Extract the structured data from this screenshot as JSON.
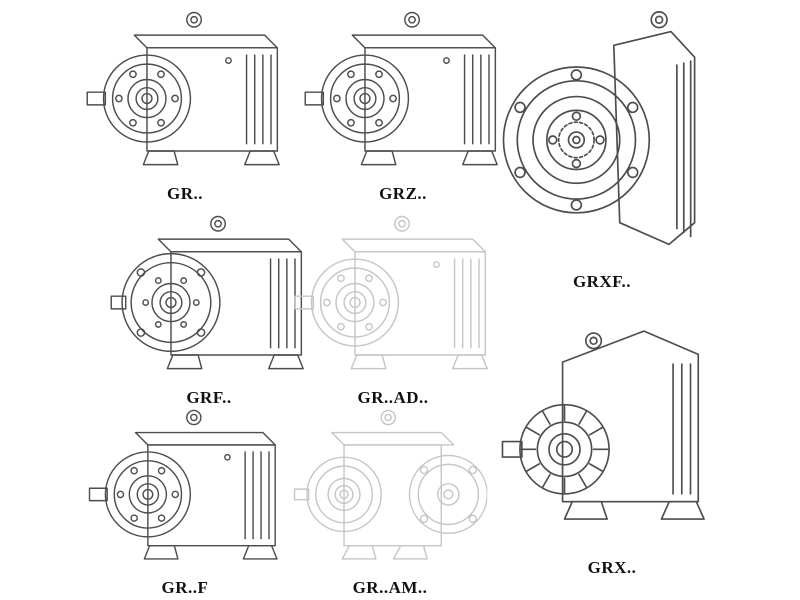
{
  "page": {
    "title": "Helical gear reducer model drawings",
    "background": "#ffffff"
  },
  "colors": {
    "line": "#4d4d4d",
    "line_light": "#c6c6c6",
    "label": "#111111"
  },
  "items": [
    {
      "id": "gr",
      "label": "GR..",
      "style": "dark",
      "drawing": "foot-mounted-side-view"
    },
    {
      "id": "grz",
      "label": "GRZ..",
      "style": "dark",
      "drawing": "foot-mounted-side-view"
    },
    {
      "id": "grxf",
      "label": "GRXF..",
      "style": "dark",
      "drawing": "large-front-flange-view"
    },
    {
      "id": "grf",
      "label": "GRF..",
      "style": "dark",
      "drawing": "flange-mounted-side-view"
    },
    {
      "id": "grad",
      "label": "GR..AD..",
      "style": "light",
      "drawing": "input-adapter-side-view"
    },
    {
      "id": "grx",
      "label": "GRX..",
      "style": "dark",
      "drawing": "large-foot-mounted-view"
    },
    {
      "id": "grfoot",
      "label": "GR..F",
      "style": "dark",
      "drawing": "foot-mounted-side-view"
    },
    {
      "id": "gram",
      "label": "GR..AM..",
      "style": "light",
      "drawing": "output-flange-adapter-view"
    }
  ]
}
